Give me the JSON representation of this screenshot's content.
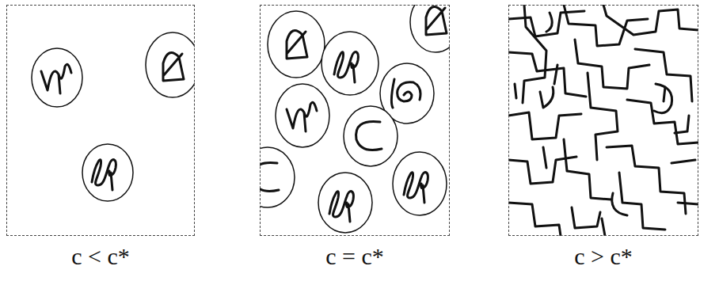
{
  "diagram": {
    "nodes": [
      {
        "text": [
          "c < c*"
        ]
      },
      {
        "text": [
          "c = c*"
        ]
      },
      {
        "text": [
          "c > c*"
        ]
      }
    ]
  }
}
